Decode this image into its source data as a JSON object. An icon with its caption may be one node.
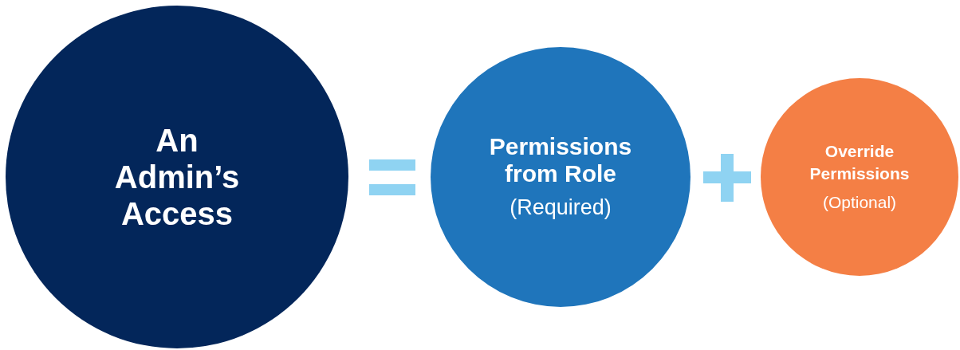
{
  "diagram": {
    "nodes": [
      {
        "text": [
          "An Admin’s Access"
        ]
      },
      {
        "text": [
          "Permissions from Role",
          "(Required)"
        ]
      },
      {
        "text": [
          "Override Permissions",
          "(Optional)"
        ]
      }
    ]
  }
}
